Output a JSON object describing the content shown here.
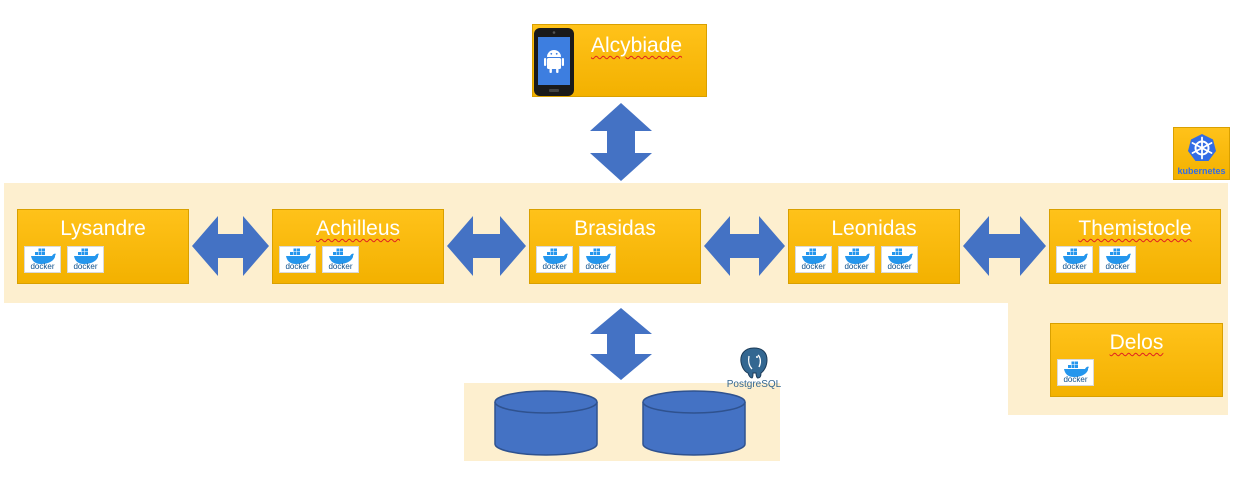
{
  "colors": {
    "service_fill": "#ffc000",
    "cluster_background": "#fdefcf",
    "arrow": "#4472c4",
    "database": "#4472c4",
    "kubernetes": "#326ce5"
  },
  "client": {
    "name": "Alcybiade",
    "icon": "android-phone-icon"
  },
  "kubernetes": {
    "label": "kubernetes",
    "icon": "kubernetes-helm-icon"
  },
  "services": [
    {
      "name": "Lysandre",
      "containers": [
        "docker",
        "docker"
      ]
    },
    {
      "name": "Achilleus",
      "containers": [
        "docker",
        "docker"
      ]
    },
    {
      "name": "Brasidas",
      "containers": [
        "docker",
        "docker"
      ]
    },
    {
      "name": "Leonidas",
      "containers": [
        "docker",
        "docker",
        "docker"
      ]
    },
    {
      "name": "Themistocle",
      "containers": [
        "docker",
        "docker"
      ]
    }
  ],
  "isolated_service": {
    "name": "Delos",
    "containers": [
      "docker"
    ]
  },
  "database": {
    "label": "PostgreSQL",
    "icon": "postgresql-elephant-icon",
    "cylinders": 2
  }
}
